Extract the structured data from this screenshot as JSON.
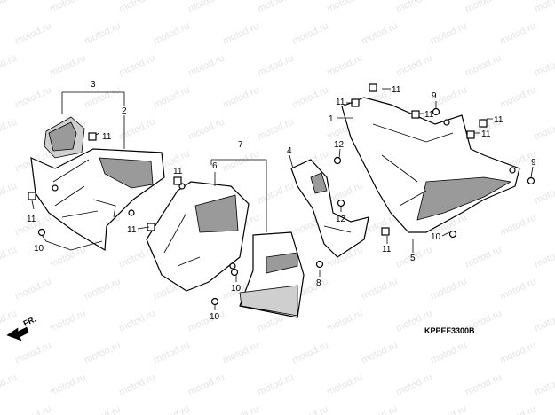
{
  "watermark": "motod.ru",
  "diagram_code": "KPPEF3300B",
  "direction_label": "FR.",
  "callouts": {
    "c1": "1",
    "c2": "2",
    "c3": "3",
    "c4": "4",
    "c5": "5",
    "c6": "6",
    "c7": "7",
    "c8": "8",
    "c9a": "9",
    "c9b": "9",
    "c10a": "10",
    "c10b": "10",
    "c10c": "10",
    "c10d": "10",
    "c11a": "11",
    "c11b": "11",
    "c11c": "11",
    "c11d": "11",
    "c11e": "11",
    "c11f": "11",
    "c11g": "11",
    "c11h": "11",
    "c11i": "11",
    "c11j": "11",
    "c12a": "12",
    "c12b": "12"
  }
}
